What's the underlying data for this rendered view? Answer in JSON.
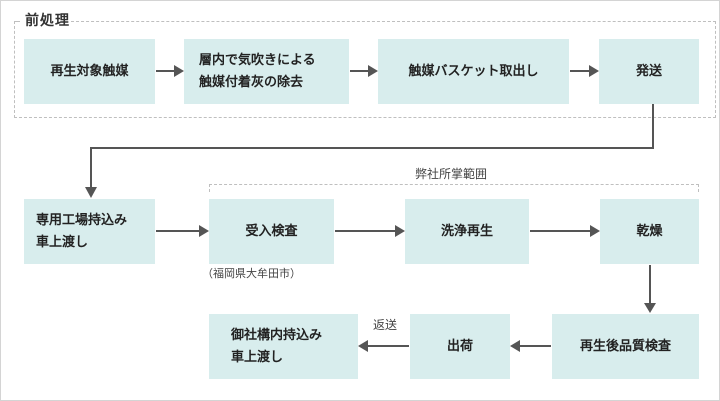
{
  "labels": {
    "pretreatment": "前処理",
    "our_scope": "弊社所掌範囲",
    "location": "（福岡県大牟田市）",
    "return": "返送"
  },
  "steps": {
    "s1": [
      "再生対象触媒"
    ],
    "s2": [
      "層内で気吹きによる",
      "触媒付着灰の除去"
    ],
    "s3": [
      "触媒バスケット取出し"
    ],
    "s4": [
      "発送"
    ],
    "s5": [
      "専用工場持込み",
      "車上渡し"
    ],
    "s6": [
      "受入検査"
    ],
    "s7": [
      "洗浄再生"
    ],
    "s8": [
      "乾燥"
    ],
    "s9": [
      "再生後品質検査"
    ],
    "s10": [
      "出荷"
    ],
    "s11": [
      "御社構内持込み",
      "車上渡し"
    ]
  },
  "colors": {
    "box_fill": "#d8eded",
    "arrow": "#555555",
    "dashed_border": "#bfbfbf"
  }
}
